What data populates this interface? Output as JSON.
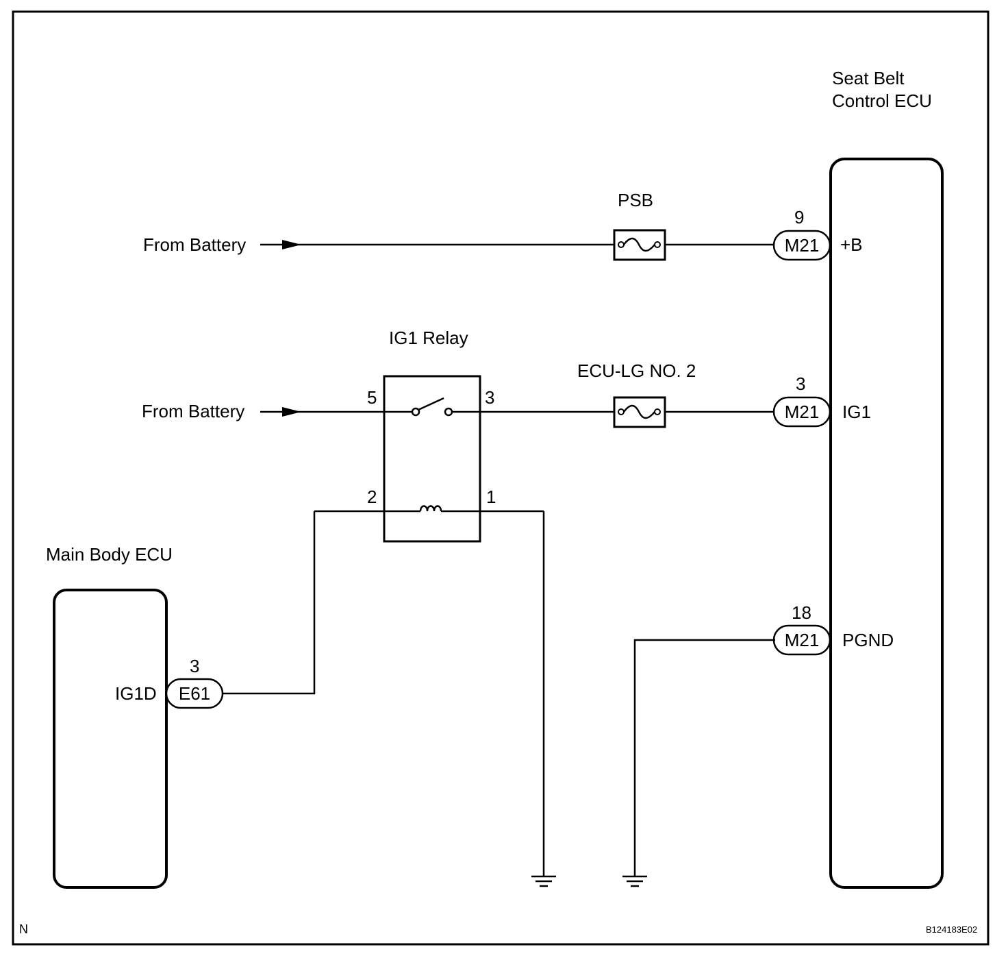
{
  "components": {
    "seat_belt_ecu_line1": "Seat Belt",
    "seat_belt_ecu_line2": "Control ECU",
    "main_body_ecu": "Main Body ECU",
    "ig1_relay": "IG1 Relay"
  },
  "fuses": {
    "psb": "PSB",
    "ecu_lg": "ECU-LG NO. 2"
  },
  "sources": {
    "battery_top": "From Battery",
    "battery_mid": "From Battery"
  },
  "relay_pins": {
    "p5": "5",
    "p3": "3",
    "p2": "2",
    "p1": "1"
  },
  "connectors": {
    "m21_b": {
      "id": "M21",
      "pin": "9",
      "terminal": "+B"
    },
    "m21_ig1": {
      "id": "M21",
      "pin": "3",
      "terminal": "IG1"
    },
    "m21_pgnd": {
      "id": "M21",
      "pin": "18",
      "terminal": "PGND"
    },
    "e61": {
      "id": "E61",
      "pin": "3",
      "terminal": "IG1D"
    }
  },
  "footer": {
    "left_code": "N",
    "figure_id": "B124183E02"
  }
}
